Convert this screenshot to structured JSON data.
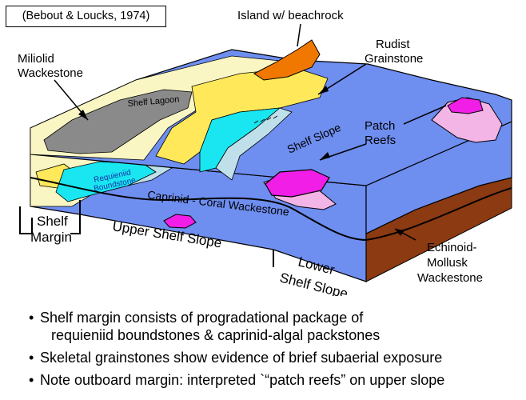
{
  "citation": "(Bebout & Loucks, 1974)",
  "labels": {
    "island": "Island w/ beachrock",
    "rudist_l1": "Rudist",
    "rudist_l2": "Grainstone",
    "miliolid_l1": "Miliolid",
    "miliolid_l2": "Wackestone",
    "shelf_lagoon": "Shelf  Lagoon",
    "shelf_slope": "Shelf Slope",
    "patch_l1": "Patch",
    "patch_l2": "Reefs",
    "requieniid_l1": "Requieniid",
    "requieniid_l2": "Boundstone",
    "caprinid": "Caprinid - Coral Wackestone",
    "shelf_margin_l1": "Shelf",
    "shelf_margin_l2": "Margin",
    "upper_shelf_slope": "Upper Shelf Slope",
    "lower_l1": "Lower",
    "lower_l2": "Shelf Slope",
    "echinoid_l1": "Echinoid-",
    "echinoid_l2": "Mollusk",
    "echinoid_l3": "Wackestone"
  },
  "colors": {
    "basin_blue": "#6e8ef0",
    "cyan": "#19e6f0",
    "light_blue": "#bfe0ea",
    "yellow": "#ffe95a",
    "cream": "#faf6c4",
    "grey": "#8a8a8a",
    "orange": "#f07800",
    "magenta": "#f01ee6",
    "pink": "#f3b4e6",
    "brown": "#8b3a12"
  },
  "bullets": [
    {
      "line1": "Shelf margin consists of progradational package of",
      "line2": "requieniid boundstones & caprinid-algal packstones"
    },
    {
      "line1": "Skeletal grainstones show evidence of brief subaerial exposure",
      "line2": ""
    },
    {
      "line1": "Note outboard margin: interpreted `“patch reefs” on upper slope",
      "line2": ""
    }
  ]
}
